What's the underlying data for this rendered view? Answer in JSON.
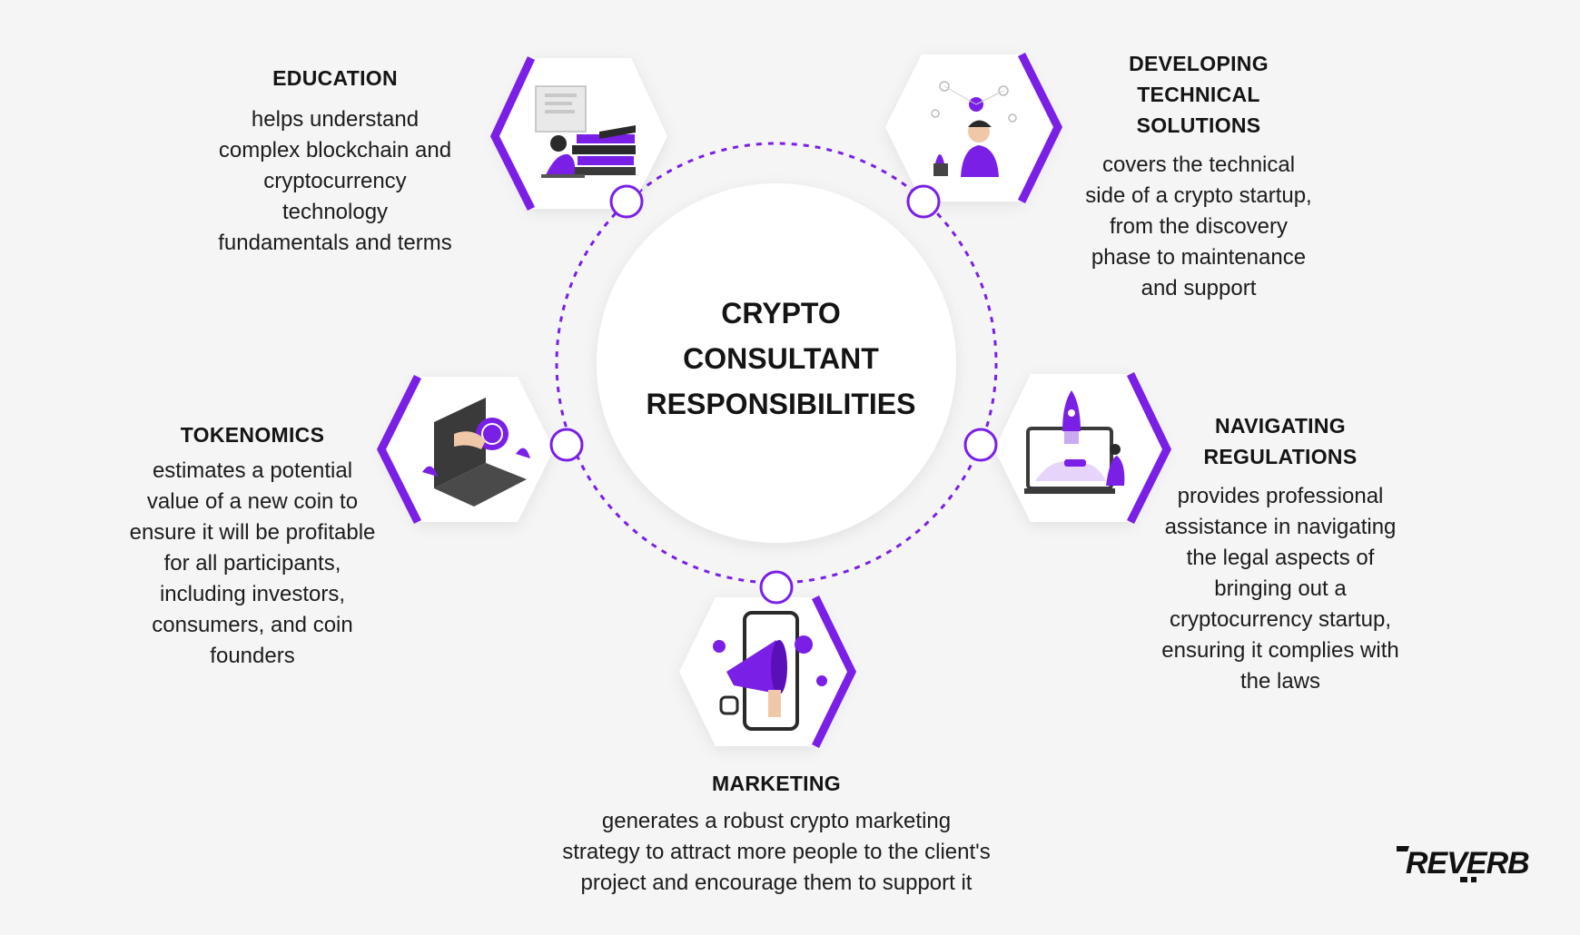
{
  "center": {
    "title_lines": [
      "CRYPTO",
      "CONSULTANT",
      "RESPONSIBILITIES"
    ]
  },
  "nodes": [
    {
      "id": "education",
      "title_lines": [
        "EDUCATION"
      ],
      "text_lines": [
        "helps understand",
        "complex blockchain and",
        "cryptocurrency",
        "technology",
        "fundamentals and terms"
      ],
      "icon": "books-reading-icon"
    },
    {
      "id": "developing",
      "title_lines": [
        "DEVELOPING",
        "TECHNICAL",
        "SOLUTIONS"
      ],
      "text_lines": [
        "covers the technical",
        "side of a crypto startup,",
        "from the discovery",
        "phase to maintenance",
        "and support"
      ],
      "icon": "thinking-person-icon"
    },
    {
      "id": "tokenomics",
      "title_lines": [
        "TOKENOMICS"
      ],
      "text_lines": [
        "estimates a potential",
        "value of a new coin to",
        "ensure it will be profitable",
        "for all participants,",
        "including investors,",
        "consumers, and coin",
        "founders"
      ],
      "icon": "laptop-coin-icon"
    },
    {
      "id": "regulations",
      "title_lines": [
        "NAVIGATING",
        "REGULATIONS"
      ],
      "text_lines": [
        "provides professional",
        "assistance in navigating",
        "the legal aspects of",
        "bringing out a",
        "cryptocurrency startup,",
        "ensuring it complies with",
        "the laws"
      ],
      "icon": "rocket-launch-icon"
    },
    {
      "id": "marketing",
      "title_lines": [
        "MARKETING"
      ],
      "text_lines": [
        "generates a robust crypto marketing",
        "strategy to attract more people to the client's",
        "project and encourage them to support it"
      ],
      "icon": "megaphone-phone-icon"
    }
  ],
  "logo": {
    "text": "REVERB"
  },
  "colors": {
    "accent": "#7a1fe6",
    "accent_dark": "#5a10b8",
    "background": "#f5f5f5",
    "text": "#1a1a1a"
  }
}
